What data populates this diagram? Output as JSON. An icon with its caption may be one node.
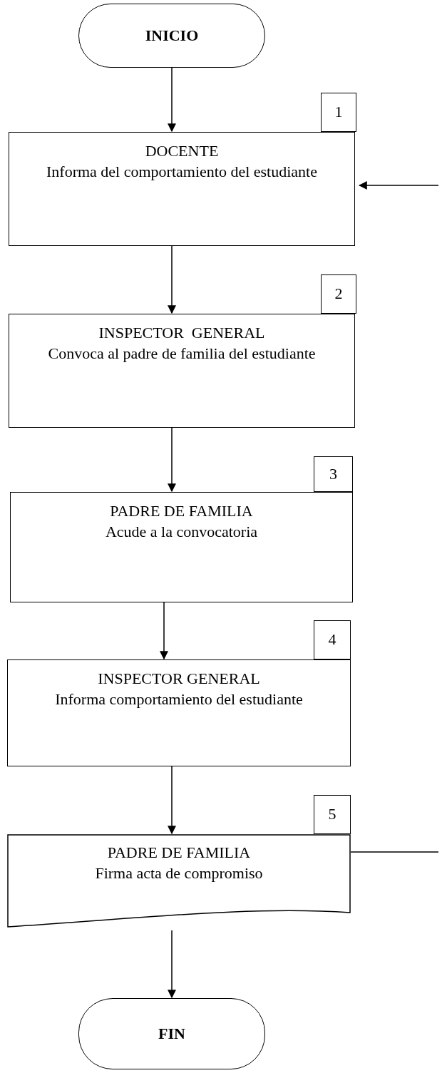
{
  "diagram": {
    "nodes": [
      {
        "text": [
          "INICIO"
        ]
      },
      {
        "text": [
          "1"
        ]
      },
      {
        "text": [
          "DOCENTE",
          "Informa del comportamiento del estudiante"
        ]
      },
      {
        "text": [
          "2"
        ]
      },
      {
        "text": [
          "INSPECTOR  GENERAL",
          "Convoca al padre de familia del estudiante"
        ]
      },
      {
        "text": [
          "3"
        ]
      },
      {
        "text": [
          "PADRE DE FAMILIA",
          "Acude a la convocatoria"
        ]
      },
      {
        "text": [
          "4"
        ]
      },
      {
        "text": [
          "INSPECTOR GENERAL",
          "Informa comportamiento del estudiante"
        ]
      },
      {
        "text": [
          "5"
        ]
      },
      {
        "text": [
          "PADRE DE FAMILIA",
          "Firma acta de compromiso"
        ]
      },
      {
        "text": [
          "FIN"
        ]
      }
    ],
    "edges": [
      {
        "from": 0,
        "to": 2,
        "arrow": "to"
      },
      {
        "from": 2,
        "to": 4,
        "arrow": "to"
      },
      {
        "from": 4,
        "to": 6,
        "arrow": "to"
      },
      {
        "from": 6,
        "to": 8,
        "arrow": "to"
      },
      {
        "from": 8,
        "to": 10,
        "arrow": "to"
      },
      {
        "from": 10,
        "to": 11,
        "arrow": "to"
      },
      {
        "from": 10,
        "to": null,
        "arrow": "none"
      },
      {
        "from": null,
        "to": 2,
        "arrow": "to"
      }
    ]
  }
}
